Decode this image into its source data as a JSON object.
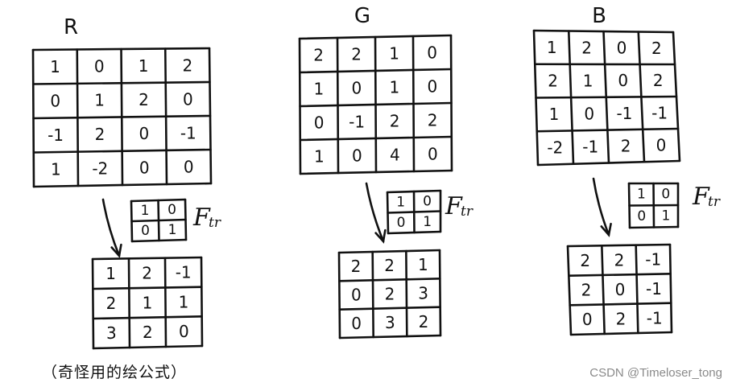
{
  "channels": [
    {
      "label": "R",
      "input": [
        [
          "1",
          "0",
          "1",
          "2"
        ],
        [
          "0",
          "1",
          "2",
          "0"
        ],
        [
          "-1",
          "2",
          "0",
          "-1"
        ],
        [
          "1",
          "-2",
          "0",
          "0"
        ]
      ],
      "kernel": [
        [
          "1",
          "0"
        ],
        [
          "0",
          "1"
        ]
      ],
      "kernel_label": "F",
      "kernel_sub": "tr",
      "output": [
        [
          "1",
          "2",
          "-1"
        ],
        [
          "2",
          "1",
          "1"
        ],
        [
          "3",
          "2",
          "0"
        ]
      ]
    },
    {
      "label": "G",
      "input": [
        [
          "2",
          "2",
          "1",
          "0"
        ],
        [
          "1",
          "0",
          "1",
          "0"
        ],
        [
          "0",
          "-1",
          "2",
          "2"
        ],
        [
          "1",
          "0",
          "4",
          "0"
        ]
      ],
      "kernel": [
        [
          "1",
          "0"
        ],
        [
          "0",
          "1"
        ]
      ],
      "kernel_label": "F",
      "kernel_sub": "tr",
      "output": [
        [
          "2",
          "2",
          "1"
        ],
        [
          "0",
          "2",
          "3"
        ],
        [
          "0",
          "3",
          "2"
        ]
      ]
    },
    {
      "label": "B",
      "input": [
        [
          "1",
          "2",
          "0",
          "2"
        ],
        [
          "2",
          "1",
          "0",
          "2"
        ],
        [
          "1",
          "0",
          "-1",
          "-1"
        ],
        [
          "-2",
          "-1",
          "2",
          "0"
        ]
      ],
      "kernel": [
        [
          "1",
          "0"
        ],
        [
          "0",
          "1"
        ]
      ],
      "kernel_label": "F",
      "kernel_sub": "tr",
      "output": [
        [
          "2",
          "2",
          "-1"
        ],
        [
          "2",
          "0",
          "-1"
        ],
        [
          "0",
          "2",
          "-1"
        ]
      ]
    }
  ],
  "caption": "（奇怪用的绘公式）",
  "watermark": "CSDN @Timeloser_tong"
}
